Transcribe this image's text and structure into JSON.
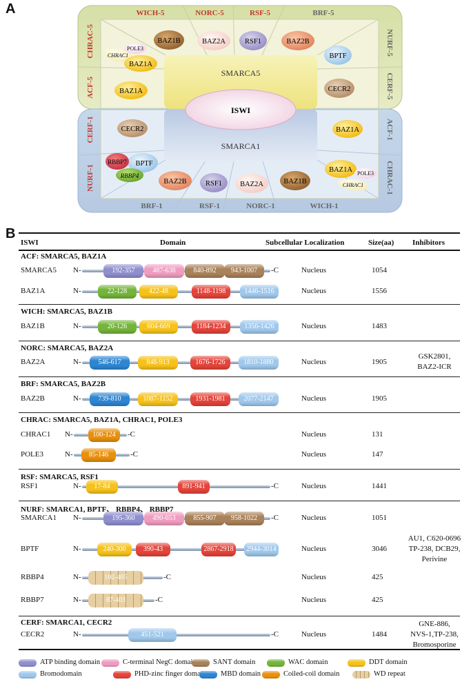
{
  "panels": {
    "a": "A",
    "b": "B"
  },
  "complexes_top": [
    {
      "label": "WICH-5",
      "color": "#c0392b"
    },
    {
      "label": "NORC-5",
      "color": "#c0392b"
    },
    {
      "label": "RSF-5",
      "color": "#c0392b"
    },
    {
      "label": "BRF-5",
      "color": "#c0392b"
    }
  ],
  "complexes_left_top": [
    "CHRAC-5",
    "ACF-5"
  ],
  "complexes_right_top": [
    "NURF-5",
    "CERF-5"
  ],
  "complexes_left_bottom": [
    "CERF-1",
    "NURF-1"
  ],
  "complexes_right_bottom": [
    "ACF-1",
    "CHRAC-1"
  ],
  "complexes_bottom": [
    "BRF-1",
    "RSF-1",
    "NORC-1",
    "WICH-1"
  ],
  "center": {
    "top": "SMARCA5",
    "middle": "ISWI",
    "bottom": "SMARCA1"
  },
  "subunits_top": {
    "baz1b": "BAZ1B",
    "baz2a": "BAZ2A",
    "rsf1": "RSF1",
    "baz2b": "BAZ2B",
    "pole3": "POLE3",
    "chrac1": "CHRAC1",
    "baz1a_chrac": "BAZ1A",
    "bptf": "BPTF",
    "baz1a_acf": "BAZ1A",
    "cecr2": "CECR2"
  },
  "subunits_bottom": {
    "cecr2": "CECR2",
    "baz1a_acf": "BAZ1A",
    "rbbp7": "RBBP7",
    "bptf": "BPTF",
    "rbbp4": "RBBP4",
    "baz2b": "BAZ2B",
    "rsf1": "RSF1",
    "baz2a": "BAZ2A",
    "baz1b": "BAZ1B",
    "baz1a_chrac": "BAZ1A",
    "pole3": "POLE3",
    "chrac1": "CHRAC1"
  },
  "table": {
    "headers": [
      "ISWI",
      "Domain",
      "Subcellular Localization",
      "Size(aa)",
      "Inhibitors"
    ],
    "sections": [
      {
        "title": "ACF: SMARCA5, BAZ1A",
        "rows": [
          {
            "name": "SMARCA5",
            "loc": "Nucleus",
            "size": "1054",
            "domains": [
              [
                "atp",
                "192-357"
              ],
              [
                "negc",
                "487-638"
              ],
              [
                "sant",
                "840-892"
              ],
              [
                "sant",
                "943-1007"
              ]
            ]
          },
          {
            "name": "BAZ1A",
            "loc": "Nucleus",
            "size": "1556",
            "domains": [
              [
                "wac",
                "22-128"
              ],
              [
                "ddt",
                "422-48"
              ],
              [
                "phd",
                "1148-1198"
              ],
              [
                "bromo",
                "1446-1516"
              ]
            ]
          }
        ]
      },
      {
        "title": "WICH: SMARCA5, BAZ1B",
        "rows": [
          {
            "name": "BAZ1B",
            "loc": "Nucleus",
            "size": "1483",
            "domains": [
              [
                "wac",
                "20-126"
              ],
              [
                "ddt",
                "604-669"
              ],
              [
                "phd",
                "1184-1234"
              ],
              [
                "bromo",
                "1356-1426"
              ]
            ]
          }
        ]
      },
      {
        "title": "NORC: SMARCA5, BAZ2A",
        "rows": [
          {
            "name": "BAZ2A",
            "loc": "Nucleus",
            "size": "1905",
            "inhibitors": [
              "GSK2801,",
              "BAZ2-ICR"
            ],
            "domains": [
              [
                "mbd",
                "546-617"
              ],
              [
                "ddt",
                "848-913"
              ],
              [
                "phd",
                "1676-1726"
              ],
              [
                "bromo",
                "1810-1880"
              ]
            ]
          }
        ]
      },
      {
        "title": "BRF: SMARCA5, BAZ2B",
        "rows": [
          {
            "name": "BAZ2B",
            "loc": "Nucleus",
            "size": "1905",
            "domains": [
              [
                "mbd",
                "739-810"
              ],
              [
                "ddt",
                "1087-1152"
              ],
              [
                "phd",
                "1931-1981"
              ],
              [
                "bromo",
                "2077-2147"
              ]
            ]
          }
        ]
      },
      {
        "title": "CHRAC: SMARCA5, BAZ1A, CHRAC1, POLE3",
        "rows": [
          {
            "name": "CHRAC1",
            "loc": "Nucleus",
            "size": "131",
            "domains": [
              [
                "coil",
                "100-124"
              ]
            ]
          },
          {
            "name": "POLE3",
            "loc": "Nucleus",
            "size": "147",
            "domains": [
              [
                "coil",
                "85-146"
              ]
            ]
          }
        ]
      },
      {
        "title": "RSF: SMARCA5, RSF1",
        "rows": [
          {
            "name": "RSF1",
            "loc": "Nucleus",
            "size": "1441",
            "domains": [
              [
                "ddt",
                "17-84"
              ],
              [
                "phd",
                "891-941"
              ]
            ]
          }
        ]
      },
      {
        "title": "NURF: SMARCA1, BPTF、 RBBP4、 RBBP7",
        "rows": [
          {
            "name": "SMARCA1",
            "loc": "Nucleus",
            "size": "1051",
            "domains": [
              [
                "atp",
                "195-360"
              ],
              [
                "negc",
                "490-653"
              ],
              [
                "sant",
                "855-907"
              ],
              [
                "sant",
                "958-1022"
              ]
            ]
          },
          {
            "name": "BPTF",
            "loc": "Nucleus",
            "size": "3046",
            "inhibitors": [
              "AU1, C620-0696",
              "TP-238, DCB29,",
              "Perivine"
            ],
            "domains": [
              [
                "ddt",
                "240-300"
              ],
              [
                "phd",
                "390-43"
              ],
              [
                "phd",
                "2867-2918"
              ],
              [
                "bromo",
                "2944-3014"
              ]
            ]
          },
          {
            "name": "RBBP4",
            "loc": "Nucleus",
            "size": "425",
            "domains": [
              [
                "wd",
                "102-405"
              ]
            ]
          },
          {
            "name": "RBBP7",
            "loc": "Nucleus",
            "size": "425",
            "domains": [
              [
                "wd",
                "87-403"
              ]
            ]
          }
        ]
      },
      {
        "title": "CERF: SMARCA1, CECR2",
        "rows": [
          {
            "name": "CECR2",
            "loc": "Nucleus",
            "size": "1484",
            "inhibitors": [
              "GNE-886,",
              "NVS-1,TP-238,",
              "Bromosporine"
            ],
            "domains": [
              [
                "bromo",
                "451-521"
              ]
            ]
          }
        ]
      }
    ]
  },
  "termini": {
    "n": "N-",
    "c": "-C"
  },
  "legend": [
    {
      "key": "atp",
      "label": "ATP binding domain"
    },
    {
      "key": "negc",
      "label": "C-terminal NegC domain"
    },
    {
      "key": "sant",
      "label": "SANT domain"
    },
    {
      "key": "wac",
      "label": "WAC domain"
    },
    {
      "key": "ddt",
      "label": "DDT domain"
    },
    {
      "key": "bromo",
      "label": "Bromodomain"
    },
    {
      "key": "phd",
      "label": "PHD-zinc finger domain"
    },
    {
      "key": "mbd",
      "label": "MBD domain"
    },
    {
      "key": "coil",
      "label": "Coiled-coil domain"
    },
    {
      "key": "wd",
      "label": "WD repeat"
    }
  ],
  "domain_colors": {
    "atp": "#8f8fce",
    "negc": "#ef9cc0",
    "sant": "#a9825a",
    "wac": "#74b43a",
    "ddt": "#f6c21a",
    "bromo": "#9fc8ec",
    "phd": "#e4443a",
    "mbd": "#2e86d2",
    "coil": "#e8900c",
    "wd": "#e6cfa2"
  }
}
